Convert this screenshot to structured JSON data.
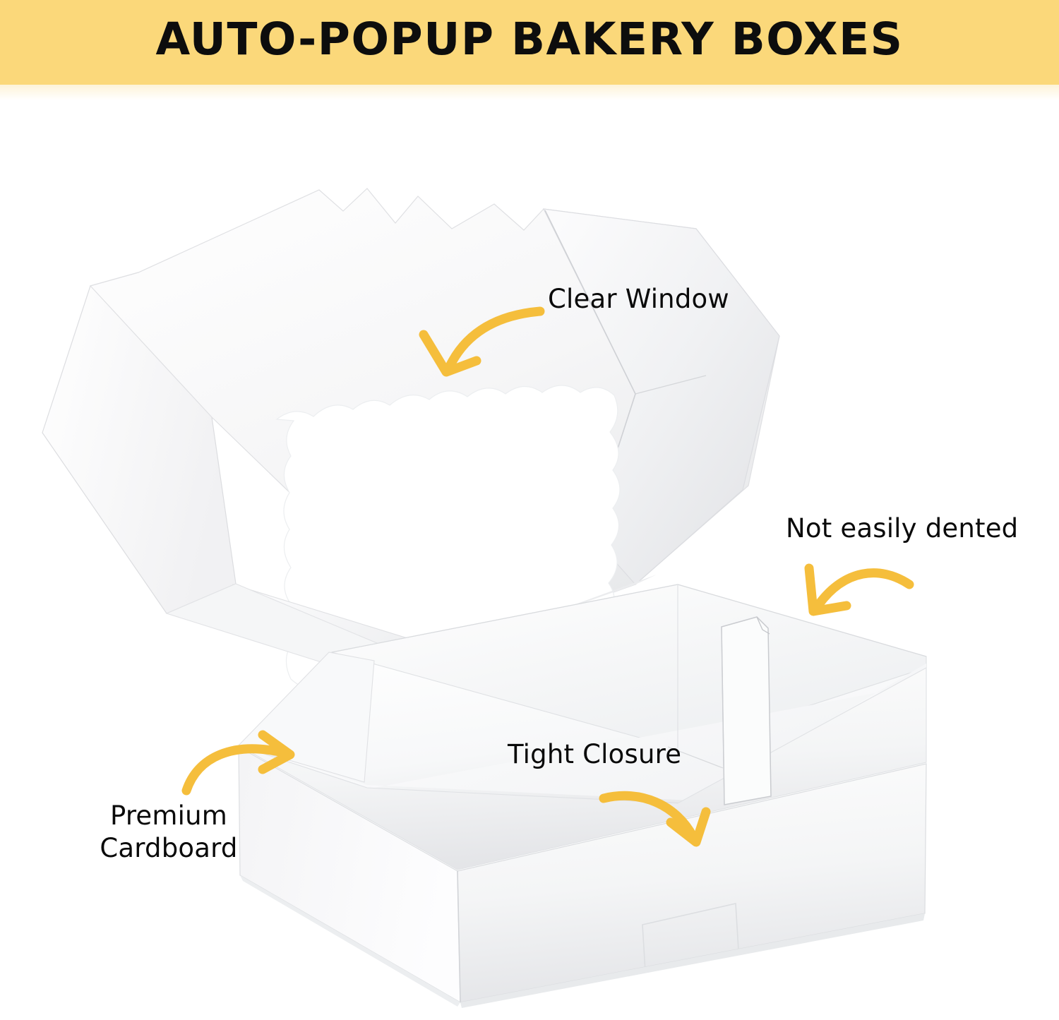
{
  "header": {
    "title": "AUTO-POPUP BAKERY BOXES",
    "band_color": "#FBD87A"
  },
  "theme": {
    "accent_arrow_color": "#F5BE3C",
    "label_text_color": "#0A0A0A",
    "background_color": "#FFFFFF",
    "box_paper_color": "#FFFFFF"
  },
  "product": {
    "name": "auto-popup bakery box",
    "parts": {
      "lid": "lid-with-window",
      "base": "open-box-base",
      "window": "scalloped-clear-window",
      "flap": "corner-reinforcement-flap"
    }
  },
  "callouts": [
    {
      "id": "clear-window",
      "label": "Clear Window",
      "arrow": "curved-arrow-down-left",
      "points_to": "scalloped window opening in lid"
    },
    {
      "id": "not-easily-dented",
      "label": "Not easily dented",
      "arrow": "curved-arrow-down-left",
      "points_to": "box wall and corner flap"
    },
    {
      "id": "tight-closure",
      "label": "Tight Closure",
      "arrow": "curved-arrow-down-right",
      "points_to": "front closure tab on box base"
    },
    {
      "id": "premium-cardboard",
      "label_line_1": "Premium",
      "label_line_2": "Cardboard",
      "arrow": "curved-arrow-up-right",
      "points_to": "left side wall of box base"
    }
  ]
}
